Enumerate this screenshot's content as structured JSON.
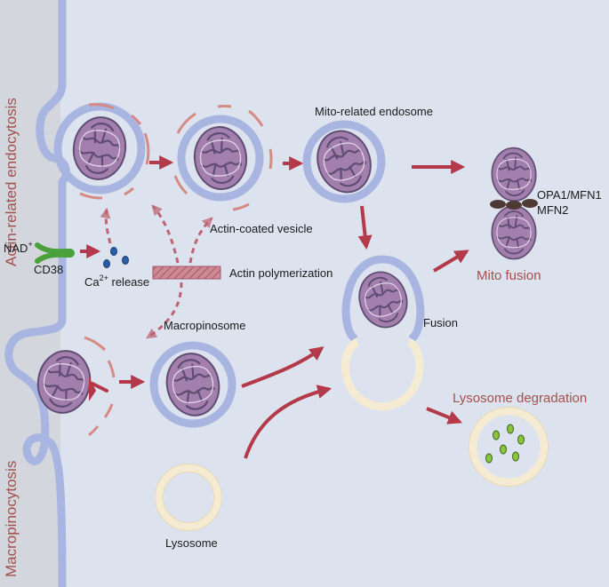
{
  "side_labels": {
    "top": "Actin-related endocytosis",
    "bottom": "Macropinocytosis"
  },
  "labels": {
    "mito_related_endosome": "Mito-related endosome",
    "opa1_mfn1": "OPA1/MFN1",
    "mfn2": "MFN2",
    "actin_coated_vesicle": "Actin-coated vesicle",
    "nad": "NAD",
    "nad_sup": "+",
    "cd38": "CD38",
    "ca_base": "Ca",
    "ca_sup": "2+",
    "ca_release": " release",
    "actin_polymerization": "Actin polymerization",
    "mito_fusion": "Mito fusion",
    "macropinosome": "Macropinosome",
    "fusion": "Fusion",
    "lysosome_degradation": "Lysosome degradation",
    "lysosome": "Lysosome"
  },
  "colors": {
    "background": "#dde3ee",
    "cytoplasm_outside": "#d3d6dc",
    "membrane": "#a8b5e0",
    "mito_fill": "#a37fae",
    "mito_stroke": "#5f4e72",
    "actin": "#d58a86",
    "arrow": "#b4394a",
    "lysosome": "#f4ebd2",
    "lysosome_stroke": "#e7d8b3",
    "cd38": "#4aa13c",
    "calcium": "#2a5ea8",
    "fusion_protein": "#4e3a34",
    "degradation_dot": "#8ac43d",
    "label_red": "#a4514e"
  }
}
